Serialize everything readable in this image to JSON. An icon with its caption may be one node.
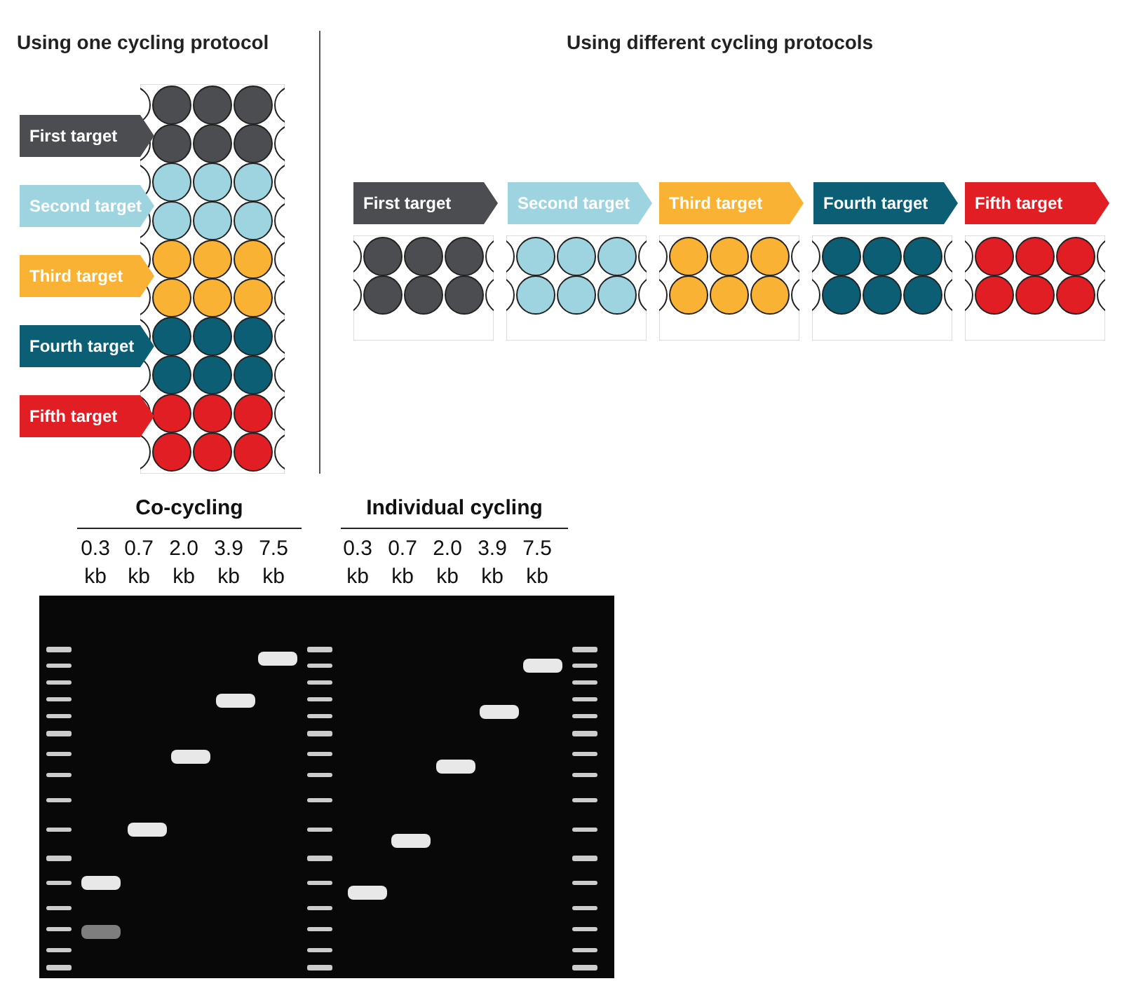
{
  "diagram": {
    "nodes": [
      {
        "text": [
          "First target"
        ]
      },
      {
        "text": [
          "Second target"
        ]
      },
      {
        "text": [
          "Third target"
        ]
      },
      {
        "text": [
          "Fourth target"
        ]
      },
      {
        "text": [
          "Fifth target"
        ]
      },
      {
        "text": [
          "First target"
        ]
      },
      {
        "text": [
          "Second target"
        ]
      },
      {
        "text": [
          "Third target"
        ]
      },
      {
        "text": [
          "Fourth target"
        ]
      },
      {
        "text": [
          "Fifth target"
        ]
      }
    ],
    "edges": [],
    "labels": [
      "Using one cycling protocol",
      "Using different cycling protocols",
      "Co-cycling",
      "Individual cycling",
      "0.3 kb",
      "0.7 kb",
      "2.0 kb",
      "3.9 kb",
      "7.5 kb",
      "0.3 kb",
      "0.7 kb",
      "2.0 kb",
      "3.9 kb",
      "7.5 kb"
    ]
  }
}
